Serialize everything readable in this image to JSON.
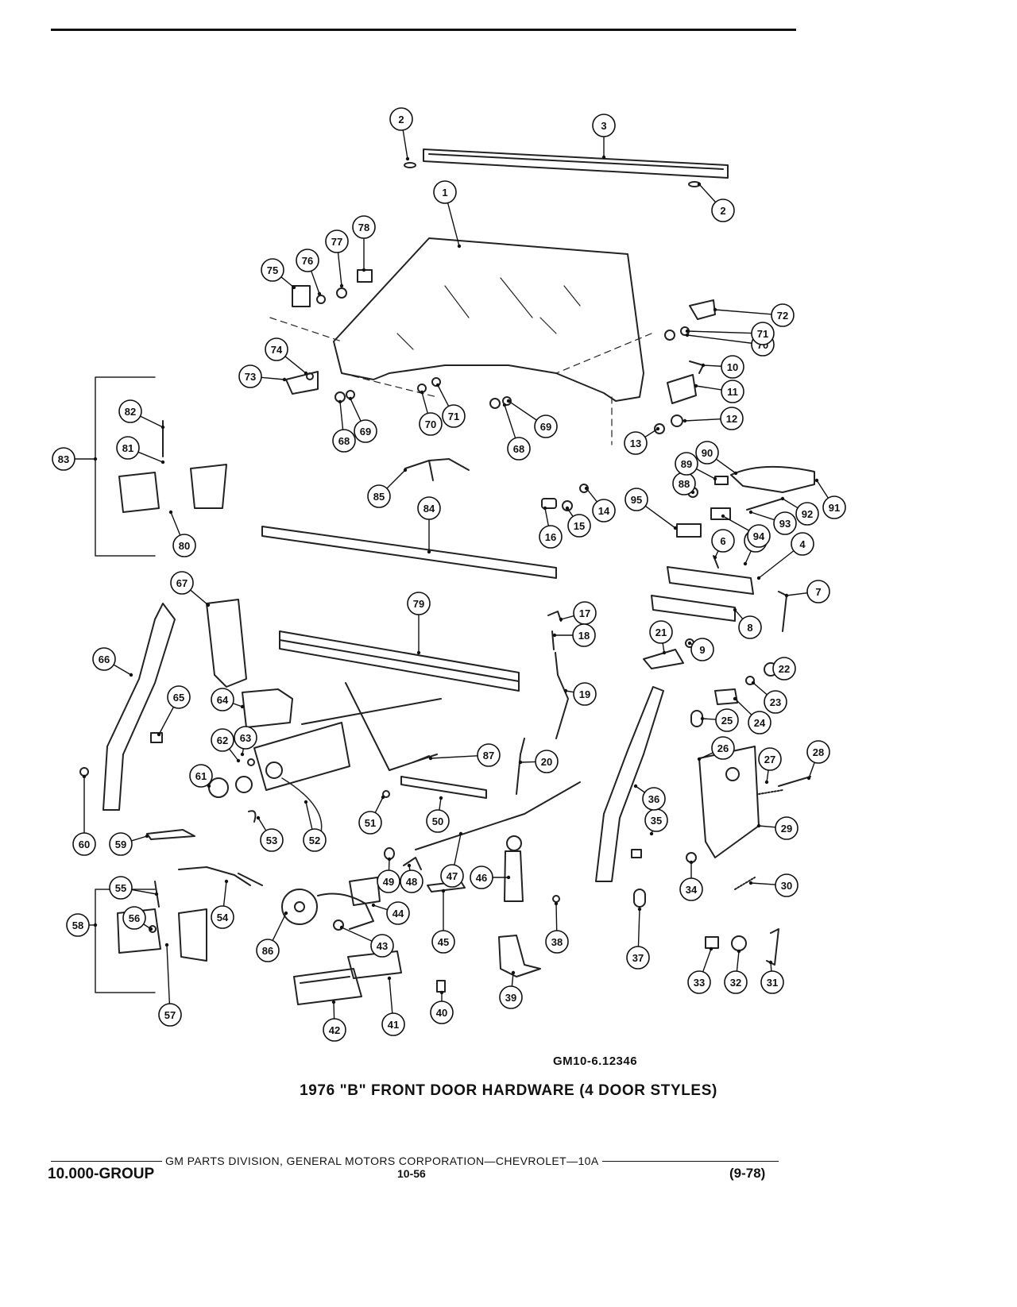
{
  "diagram_code": "GM10-6.12346",
  "title": "1976 \"B\" FRONT DOOR HARDWARE (4 DOOR STYLES)",
  "footer": {
    "publisher": "GM PARTS DIVISION, GENERAL MOTORS CORPORATION—CHEVROLET—10A",
    "group": "10.000-GROUP",
    "page": "10-56",
    "revision": "(9-78)"
  },
  "callouts": [
    "1",
    "2",
    "2",
    "3",
    "4",
    "5",
    "6",
    "7",
    "8",
    "9",
    "10",
    "11",
    "12",
    "13",
    "14",
    "15",
    "16",
    "17",
    "18",
    "19",
    "20",
    "21",
    "22",
    "23",
    "24",
    "25",
    "26",
    "27",
    "28",
    "29",
    "30",
    "31",
    "32",
    "33",
    "34",
    "35",
    "36",
    "37",
    "38",
    "39",
    "40",
    "41",
    "42",
    "43",
    "44",
    "45",
    "46",
    "47",
    "48",
    "49",
    "50",
    "51",
    "52",
    "53",
    "54",
    "55",
    "56",
    "57",
    "58",
    "59",
    "60",
    "61",
    "62",
    "63",
    "64",
    "65",
    "66",
    "67",
    "68",
    "68",
    "69",
    "69",
    "70",
    "70",
    "71",
    "71",
    "72",
    "73",
    "74",
    "75",
    "76",
    "77",
    "78",
    "79",
    "80",
    "81",
    "82",
    "83",
    "84",
    "85",
    "86",
    "87",
    "88",
    "89",
    "90",
    "91",
    "92",
    "93",
    "94",
    "95"
  ]
}
